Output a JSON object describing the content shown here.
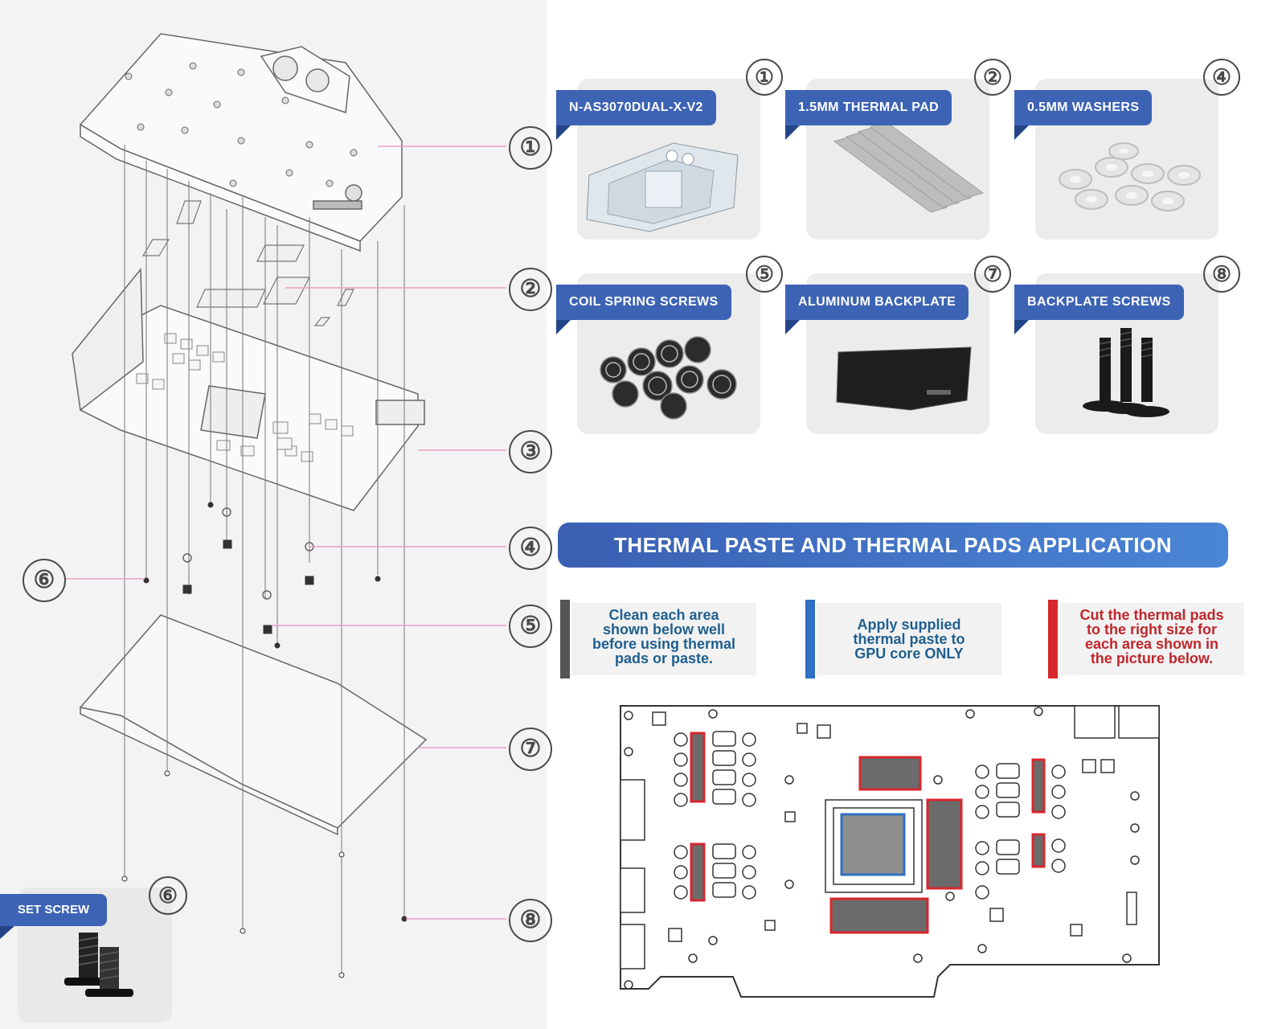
{
  "callouts": {
    "c1": "①",
    "c2": "②",
    "c3": "③",
    "c4": "④",
    "c5": "⑤",
    "c6": "⑥",
    "c7": "⑦",
    "c8": "⑧"
  },
  "cards": [
    {
      "number": "①",
      "label": "N-AS3070DUAL-X-V2",
      "image": "water-block"
    },
    {
      "number": "②",
      "label": "1.5MM THERMAL PAD",
      "image": "thermal-pad"
    },
    {
      "number": "④",
      "label": "0.5MM WASHERS",
      "image": "washers"
    },
    {
      "number": "⑤",
      "label": "COIL SPRING SCREWS",
      "image": "spring-screws"
    },
    {
      "number": "⑦",
      "label": "ALUMINUM BACKPLATE",
      "image": "backplate"
    },
    {
      "number": "⑧",
      "label": "BACKPLATE SCREWS",
      "image": "backplate-screws"
    }
  ],
  "set_screw": {
    "number": "⑥",
    "label": "SET SCREW"
  },
  "banner": "THERMAL PASTE AND THERMAL PADS APPLICATION",
  "notes": [
    {
      "lines": [
        "Clean each area",
        "shown below well",
        "before using thermal",
        "pads or paste."
      ],
      "bar_color": "#555555",
      "text_color": "#1f5f8f"
    },
    {
      "lines": [
        "Apply supplied",
        "thermal paste to",
        "GPU core ONLY"
      ],
      "bar_color": "#2f6fc4",
      "text_color": "#1f5f8f"
    },
    {
      "lines": [
        "Cut the thermal pads",
        "to the right size for",
        "each area shown in",
        "the picture below."
      ],
      "bar_color": "#d9262c",
      "text_color": "#c0262c"
    }
  ],
  "colors": {
    "accent_blue": "#3d63b5",
    "pad_red": "#d9262c",
    "paste_blue": "#2f6fc4",
    "leader_pink": "#e8a0c8"
  }
}
